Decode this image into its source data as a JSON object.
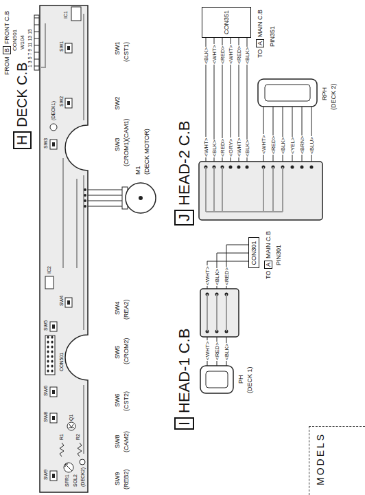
{
  "diagram": {
    "nodes": [
      {
        "text": [
          "H"
        ]
      },
      {
        "text": [
          "B"
        ]
      },
      {
        "text": [
          "I"
        ]
      },
      {
        "text": [
          "J"
        ]
      },
      {
        "text": [
          "A"
        ]
      },
      {
        "text": [
          "A"
        ]
      },
      {
        "text": [
          "CON301"
        ]
      },
      {
        "text": [
          "CON351"
        ]
      },
      {
        "text": [
          "MODELS"
        ]
      }
    ],
    "labels": [
      "FROM",
      "FRONT C.B",
      "CON501",
      "W104",
      "1 3 5 7 9 11 13 15",
      "DECK C.B",
      "IC1",
      "SW1",
      "SW2",
      "SW3",
      "(DECK1)",
      "SW4",
      "SW5",
      "CON501",
      "IC2",
      "SW6",
      "SW8",
      "Q1",
      "R1",
      "R2",
      "SFR1",
      "SW9",
      "SOL2",
      "(DECK2)",
      "SW1",
      "(CST1)",
      "SW2",
      "SW3",
      "(CROM1)(CAM1)",
      "M1",
      "(DECK MOTOR)",
      "SW4",
      "(REA2)",
      "SW5",
      "(CROM2)",
      "SW6",
      "(CST2)",
      "SW8",
      "(CAM2)",
      "SW9",
      "(REB2)",
      "HEAD-1 C.B",
      "<WHT>",
      "<BLK>",
      "<RED>",
      "TO",
      "MAIN C.B",
      "PIN301",
      "<WHT>",
      "<RED>",
      "<BLK>",
      "PH",
      "(DECK 1)",
      "HEAD-2 C.B",
      "<WHT>",
      "<BLK>",
      "<RED>",
      "<GRY>",
      "<WHT>",
      "<BLK>",
      "<BLK>",
      "<WHT>",
      "<RED>",
      "<WHT>",
      "<RED>",
      "<BLK>",
      "TO",
      "MAIN C.B",
      "PIN351",
      "<WHT>",
      "<RED>",
      "<BLK>",
      "<YEL>",
      "<BRN>",
      "<BLU>",
      "RPH",
      "(DECK 2)"
    ]
  }
}
